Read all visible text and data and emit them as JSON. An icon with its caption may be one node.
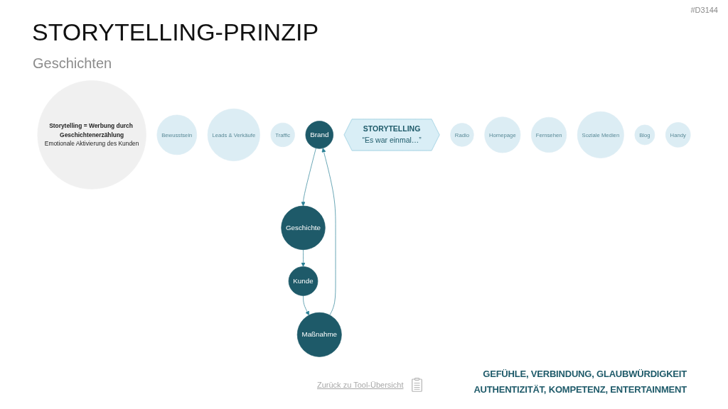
{
  "diagram": {
    "title": "STORYTELLING-PRINZIP",
    "nodes": [
      {
        "text": [
          "Storytelling = Werbung durch Geschichtenerzählung",
          "Emotionale Aktivierung des Kunden"
        ]
      },
      {
        "text": [
          "Bewusstsein"
        ]
      },
      {
        "text": [
          "Leads & Verkäufe"
        ]
      },
      {
        "text": [
          "Traffic"
        ]
      },
      {
        "text": [
          "Brand"
        ]
      },
      {
        "text": [
          "Geschichte"
        ]
      },
      {
        "text": [
          "STORYTELLING",
          "“Es war einmal…”"
        ]
      },
      {
        "text": [
          "Maßnahme"
        ]
      },
      {
        "text": [
          "Kunde"
        ]
      },
      {
        "text": [
          "Radio"
        ]
      },
      {
        "text": [
          "Homepage"
        ]
      },
      {
        "text": [
          "Fernsehen"
        ]
      },
      {
        "text": [
          "Soziale Medien"
        ]
      },
      {
        "text": [
          "Blog"
        ]
      },
      {
        "text": [
          "Handy"
        ]
      }
    ],
    "edges": [
      {
        "from": 4,
        "to": 5,
        "arrow": "to"
      },
      {
        "from": 5,
        "to": 8,
        "arrow": "to"
      },
      {
        "from": 8,
        "to": 7,
        "arrow": "to"
      },
      {
        "from": 7,
        "to": 4,
        "arrow": "to"
      }
    ],
    "labels": [
      "#D3144",
      "Geschichten",
      "GEFÜHLE, VERBINDUNG, GLAUBWÜRDIGKEIT",
      "AUTHENTIZITÄT, KOMPETENZ, ENTERTAINMENT",
      "Zurück zu Tool-Übersicht"
    ]
  }
}
